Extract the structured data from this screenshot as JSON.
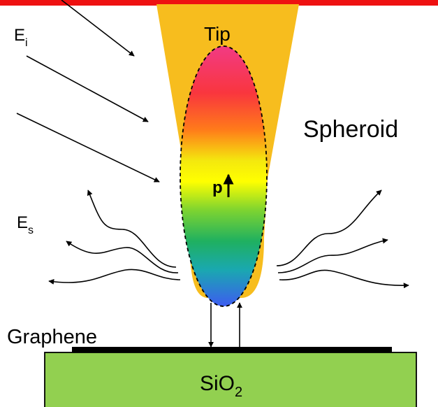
{
  "labels": {
    "tip": "Tip",
    "spheroid": "Spheroid",
    "dipole": "p",
    "incident_field": "E",
    "incident_sub": "i",
    "scattered_field": "E",
    "scattered_sub": "s",
    "graphene": "Graphene",
    "substrate": "SiO",
    "substrate_sub": "2"
  },
  "colors": {
    "top_line": "#ee1111",
    "tip": "#f7bd1e",
    "substrate": "#92d050",
    "graphene": "#000000",
    "arrows": "#000000",
    "spheroid_gradient": [
      "#f23a84",
      "#f9363e",
      "#ff7a1a",
      "#f4e80e",
      "#ffff00",
      "#7ed430",
      "#1fb060",
      "#1aa8b0",
      "#3d5cf0"
    ]
  }
}
